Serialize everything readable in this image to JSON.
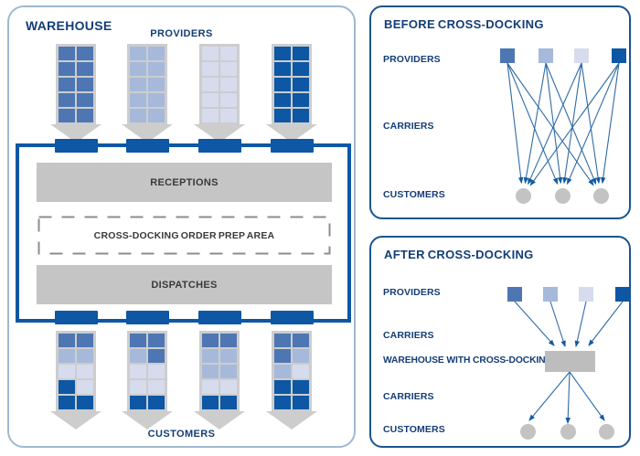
{
  "colors": {
    "dark_blue": "#0d57a4",
    "medium_blue": "#4d76b3",
    "light_blue": "#a6b9da",
    "pale_blue": "#d6dcee",
    "icon_gray": "#cdcdcd",
    "bar_gray": "#c5c5c5",
    "circle_gray": "#c3c3c3",
    "navy_text": "#133d76",
    "arrow_blue": "#2f6ba6",
    "arrowhead_blue": "#155a9f",
    "left_panel_border": "#9fb9d0",
    "right_panel_border": "#1a5590"
  },
  "warehouse_panel": {
    "title": "WAREHOUSE",
    "providers_label": "PROVIDERS",
    "customers_label": "CUSTOMERS",
    "receptions_label": "RECEPTIONS",
    "prep_area_label": "CROSS-DOCKING ORDER PREP AREA",
    "dispatches_label": "DISPATCHES",
    "provider_trucks": [
      [
        "m",
        "m",
        "m",
        "m",
        "m",
        "m",
        "m",
        "m",
        "m",
        "m"
      ],
      [
        "l",
        "l",
        "l",
        "l",
        "l",
        "l",
        "l",
        "l",
        "l",
        "l"
      ],
      [
        "v",
        "v",
        "v",
        "v",
        "v",
        "v",
        "v",
        "v",
        "v",
        "v"
      ],
      [
        "d",
        "d",
        "d",
        "d",
        "d",
        "d",
        "d",
        "d",
        "d",
        "d"
      ]
    ],
    "customer_trucks": [
      [
        "m",
        "m",
        "l",
        "l",
        "v",
        "v",
        "d",
        "v",
        "d",
        "d"
      ],
      [
        "m",
        "m",
        "l",
        "m",
        "v",
        "v",
        "v",
        "v",
        "d",
        "d"
      ],
      [
        "m",
        "m",
        "l",
        "l",
        "l",
        "l",
        "v",
        "v",
        "d",
        "d"
      ],
      [
        "m",
        "m",
        "m",
        "l",
        "l",
        "v",
        "d",
        "d",
        "d",
        "d"
      ]
    ]
  },
  "before_panel": {
    "title": "BEFORE CROSS-DOCKING",
    "providers_label": "PROVIDERS",
    "carriers_label": "CARRIERS",
    "customers_label": "CUSTOMERS",
    "provider_squares": [
      "m",
      "l",
      "v",
      "d"
    ],
    "customer_circles": 3
  },
  "after_panel": {
    "title": "AFTER CROSS-DOCKING",
    "providers_label": "PROVIDERS",
    "carriers_top_label": "CARRIERS",
    "warehouse_label": "WAREHOUSE WITH CROSS-DOCKING",
    "carriers_bottom_label": "CARRIERS",
    "customers_label": "CUSTOMERS",
    "provider_squares": [
      "m",
      "l",
      "v",
      "d"
    ],
    "customer_circles": 3
  }
}
